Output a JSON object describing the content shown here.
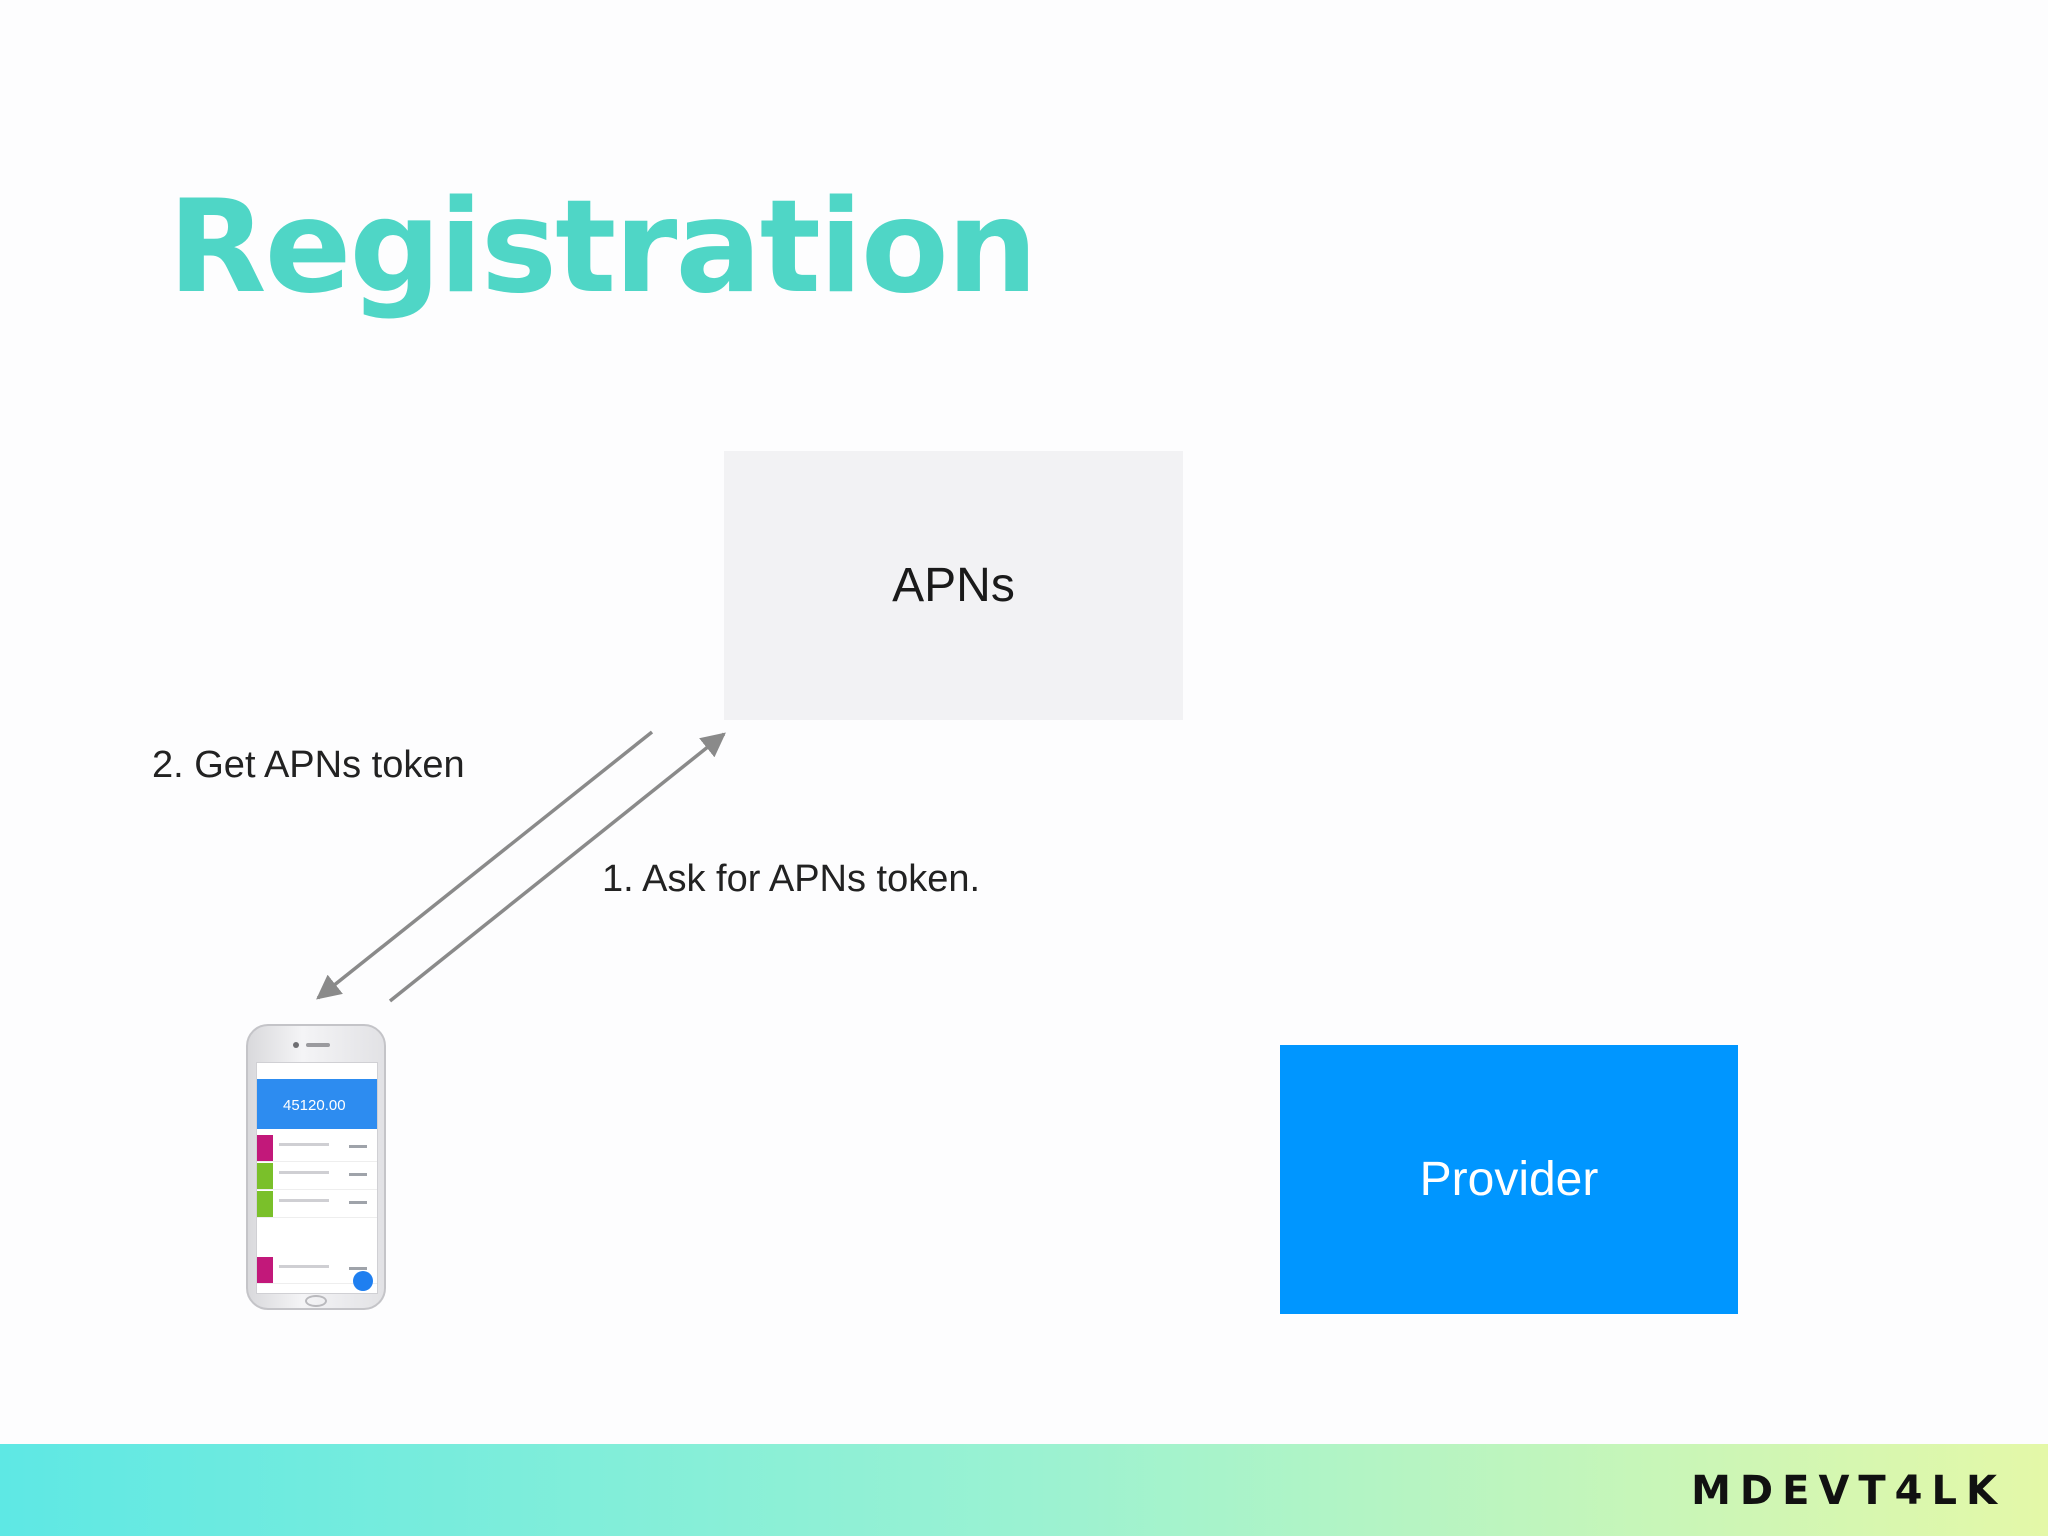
{
  "slide": {
    "title": "Registration",
    "title_color": "#4fd6c6"
  },
  "nodes": {
    "apns": {
      "label": "APNs",
      "color": "#f2f2f4"
    },
    "provider": {
      "label": "Provider",
      "color": "#0096ff"
    }
  },
  "edges": [
    {
      "label": "1. Ask for APNs token.",
      "from": "device",
      "to": "apns"
    },
    {
      "label": "2. Get APNs token",
      "from": "apns",
      "to": "device"
    }
  ],
  "device": {
    "screen_balance": "45120.00",
    "accent_color": "#2d8cf0",
    "row_colors": [
      "#c2187a",
      "#7ac02a",
      "#7ac02a",
      "#c2187a"
    ]
  },
  "footer": {
    "brand": "MDEVT4LK",
    "gradient_start": "#5ee8e4",
    "gradient_end": "#e4f8a8"
  },
  "arrow_color": "#8a8a8a"
}
